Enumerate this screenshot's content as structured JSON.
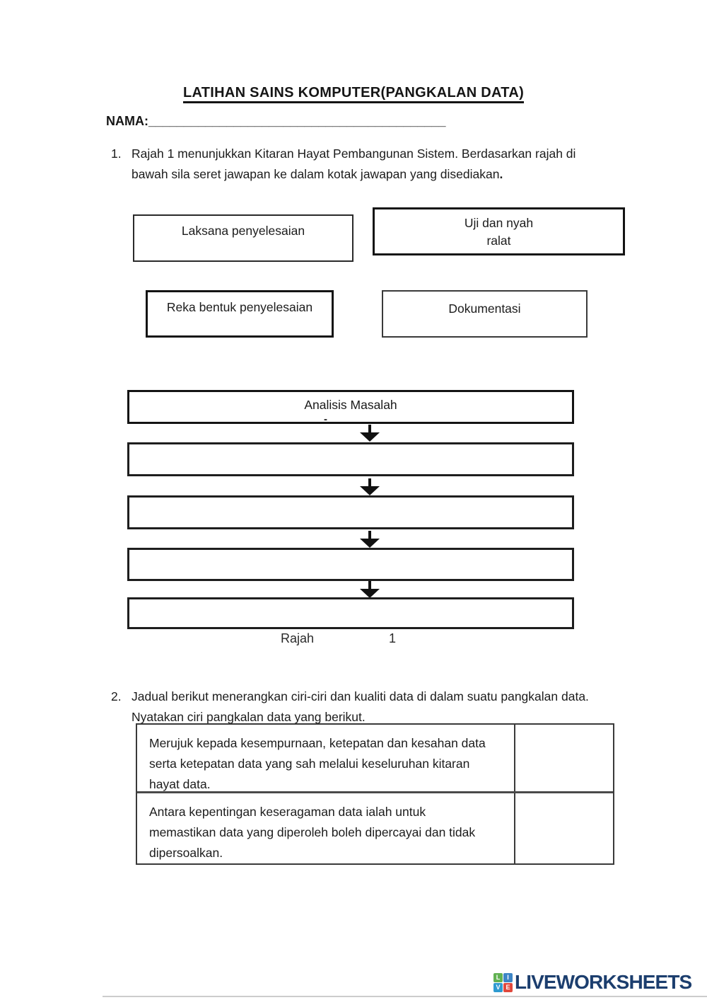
{
  "title": "LATIHAN SAINS KOMPUTER(PANGKALAN DATA)",
  "name_field": {
    "label": "NAMA:",
    "line": "__________________________________________"
  },
  "q1": {
    "number": "1.",
    "lines": [
      "Rajah 1 menunjukkan Kitaran Hayat Pembangunan Sistem. Berdasarkan rajah di",
      "bawah sila seret jawapan ke dalam kotak jawapan yang disediakan"
    ],
    "bold_suffix": "."
  },
  "drag_options": [
    {
      "label": "Laksana penyelesaian"
    },
    {
      "lines": [
        "Uji dan nyah",
        "ralat"
      ]
    },
    {
      "label": "Reka bentuk  penyelesaian"
    },
    {
      "label": "Dokumentasi"
    }
  ],
  "flowchart": {
    "first_box_label": "Analisis Masalah",
    "first_box_mark": "-",
    "empty_box_count": 4,
    "caption_label": "Rajah",
    "caption_number": "1"
  },
  "q2": {
    "number": "2.",
    "lines": [
      "Jadual berikut menerangkan ciri-ciri dan kualiti data di dalam suatu pangkalan data.",
      "Nyatakan ciri pangkalan data yang berikut."
    ]
  },
  "table": {
    "rows": [
      {
        "lines": [
          "Merujuk kepada kesempurnaan, ketepatan dan kesahan data",
          "serta ketepatan data yang sah melalui keseluruhan kitaran",
          "hayat data."
        ],
        "answer": ""
      },
      {
        "lines": [
          "Antara kepentingan keseragaman data ialah untuk",
          "memastikan data yang diperoleh boleh dipercayai dan tidak",
          "dipersoalkan."
        ],
        "answer": ""
      }
    ]
  },
  "footer": {
    "logo": {
      "squares": [
        {
          "letter": "L",
          "color": "#62b152"
        },
        {
          "letter": "I",
          "color": "#3d85c6"
        },
        {
          "letter": "V",
          "color": "#2e9ad0"
        },
        {
          "letter": "E",
          "color": "#e0483d"
        }
      ],
      "brand": "LIVEWORKSHEETS",
      "brand_color": "#1c3e6e"
    }
  }
}
